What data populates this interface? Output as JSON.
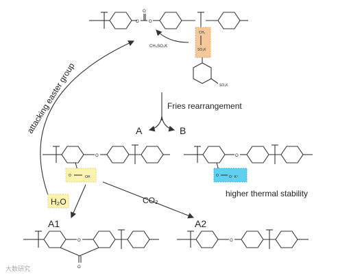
{
  "diagram": {
    "reagent": "CH₃SO₃K",
    "so3k_1": "SO₃K",
    "so3k_2": "SO₃K",
    "ch3": "CH₃",
    "fries_label": "Fries rearrangement",
    "label_a": "A",
    "label_b": "B",
    "attacking_label": "attacking easter group",
    "cooh_label": "OH",
    "h2o_label": "H₂O",
    "carboxylate_label": "O⁻ K⁺",
    "thermal_label": "higher thermal stability",
    "co2_label": "CO₂",
    "label_a1": "A1",
    "label_a2": "A2",
    "watermark": "大数研究"
  },
  "colors": {
    "orange_box": "#f6c99a",
    "yellow_box": "#fbf3b0",
    "cyan_box": "#5fd0ee"
  }
}
